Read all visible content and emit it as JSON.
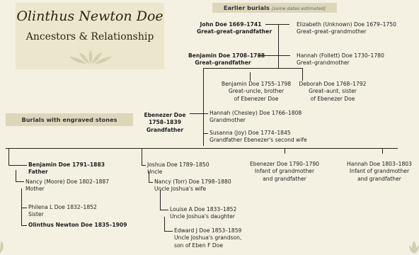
{
  "title": {
    "name": "Olinthus Newton Doe",
    "subtitle": "Ancestors & Relationship"
  },
  "banners": {
    "earlier_label": "Earlier burials",
    "earlier_note": "[some dates estimated]",
    "engraved": "Burials with engraved stones"
  },
  "people": {
    "john": {
      "name": "John Doe 1669–1741",
      "rel": "Great–great–grandfather"
    },
    "elizabeth": {
      "name": "Elizabeth (Unknown) Doe 1679–1750",
      "rel": "Great–great–grandmother"
    },
    "benjamin_sr": {
      "name": "Benjamin Doe 1708–1788",
      "rel": "Great–grandfather"
    },
    "hannah_follett": {
      "name": "Hannah (Follett) Doe 1730–1780",
      "rel": "Great–grandmother"
    },
    "benjamin_1755": {
      "name": "Benjamin Doe 1755–1798",
      "rel1": "Great–uncle, brother",
      "rel2": "of Ebenezer Doe"
    },
    "deborah": {
      "name": "Deborah Doe 1768–1792",
      "rel1": "Great–aunt, sister",
      "rel2": "of Ebenezer Doe"
    },
    "ebenezer": {
      "name": "Ebenezer Doe",
      "dates": "1758–1839",
      "rel": "Grandfather"
    },
    "hannah_chesley": {
      "name": "Hannah (Chesley) Doe 1766–1808",
      "rel": "Grandmother"
    },
    "susanna": {
      "name": "Susanna (Joy) Doe 1774–1845",
      "rel": "Grandfather Ebenezer's second wife"
    },
    "benjamin_1791": {
      "name": "Benjamin Doe 1791–1883",
      "rel": "Father"
    },
    "nancy_moore": {
      "name": "Nancy (Moore) Doe 1802–1887",
      "rel": "Mother"
    },
    "philena": {
      "name": "Philena L Doe 1832–1852",
      "rel": "Sister"
    },
    "olinthus": {
      "name": "Olinthus Newton Doe 1835–1909"
    },
    "joshua": {
      "name": "Joshua Doe 1789–1850",
      "rel": "Uncle"
    },
    "nancy_torr": {
      "name": "Nancy (Torr) Doe 1798–1880",
      "rel": "Uncle Joshua's wife"
    },
    "louise": {
      "name": "Louise A Doe 1833–1852",
      "rel": "Uncle Joshua's daughter"
    },
    "edward": {
      "name": "Edward J Doe 1853–1859",
      "rel1": "Uncle Joshua's grandson,",
      "rel2": "son of Eben F Doe"
    },
    "ebenezer_1790": {
      "name": "Ebenezer Doe 1790–1790",
      "rel1": "Infant of grandmother",
      "rel2": "and grandfather"
    },
    "hannah_1803": {
      "name": "Hannah Doe 1803–1803",
      "rel1": "Infant of grandmother",
      "rel2": "and grandfather"
    }
  },
  "colors": {
    "background": "#f4f1e2",
    "title_panel": "#ebe6cc",
    "banner": "#dcd7bb",
    "line": "#222222",
    "leaf": "#d3ceb0"
  },
  "icons": {
    "title_ornament": "leaf-sprig-icon",
    "corner_ornament": "leaf-sprig-icon"
  }
}
